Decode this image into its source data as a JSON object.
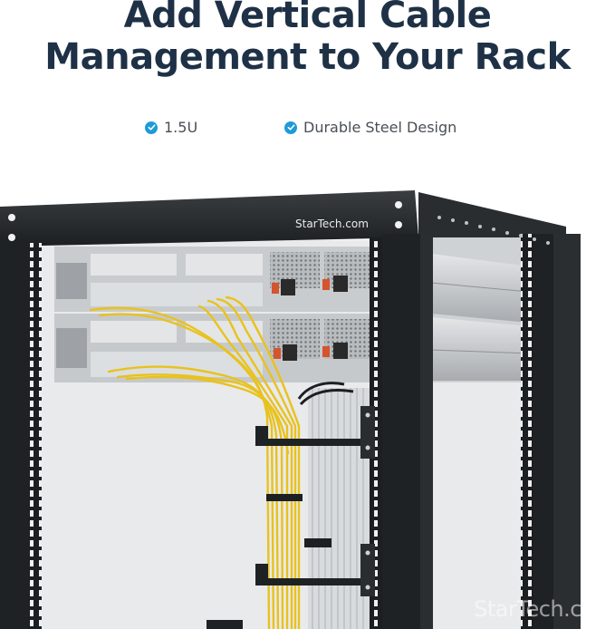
{
  "headline": {
    "line1": "Add Vertical Cable",
    "line2": "Management to Your Rack"
  },
  "features": [
    {
      "icon": "check-circle-icon",
      "label": "1.5U"
    },
    {
      "icon": "check-circle-icon",
      "label": "Durable Steel Design"
    }
  ],
  "photo": {
    "brand_label": "StarTech.com",
    "watermark": "StarTech.com"
  },
  "colors": {
    "headline": "#1e3146",
    "accent": "#1e9bd7",
    "text": "#4a4f55",
    "cable_yellow": "#e8c21e",
    "cable_gray": "#cfd3d6",
    "rack": "#1f2224"
  }
}
